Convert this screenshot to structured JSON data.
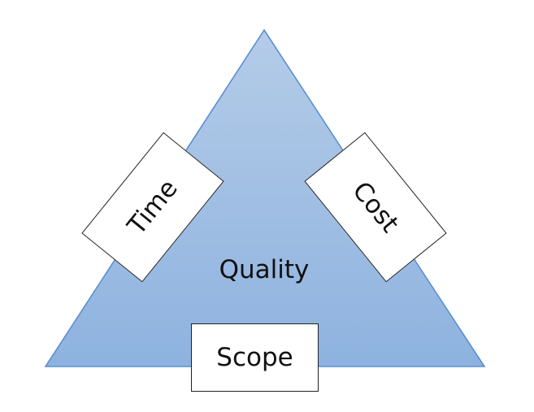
{
  "diagram": {
    "center_label": "Quality",
    "constraints": {
      "time": "Time",
      "cost": "Cost",
      "scope": "Scope"
    }
  },
  "colors": {
    "triangle_fill_top": "#b4cce8",
    "triangle_fill_bottom": "#8eb2df",
    "triangle_stroke": "#5b8fd0",
    "box_fill": "#ffffff",
    "box_border": "#222222",
    "text": "#111111"
  }
}
